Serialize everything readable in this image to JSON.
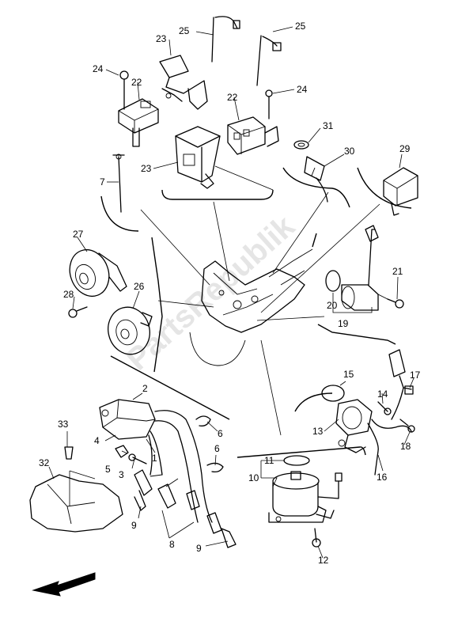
{
  "diagram": {
    "watermark": "PartsRepublik",
    "labels": [
      {
        "id": "1",
        "text": "1"
      },
      {
        "id": "2",
        "text": "2"
      },
      {
        "id": "3",
        "text": "3"
      },
      {
        "id": "4",
        "text": "4"
      },
      {
        "id": "5",
        "text": "5"
      },
      {
        "id": "6a",
        "text": "6"
      },
      {
        "id": "6b",
        "text": "6"
      },
      {
        "id": "7",
        "text": "7"
      },
      {
        "id": "8",
        "text": "8"
      },
      {
        "id": "9a",
        "text": "9"
      },
      {
        "id": "9b",
        "text": "9"
      },
      {
        "id": "10",
        "text": "10"
      },
      {
        "id": "11",
        "text": "11"
      },
      {
        "id": "12",
        "text": "12"
      },
      {
        "id": "13",
        "text": "13"
      },
      {
        "id": "14",
        "text": "14"
      },
      {
        "id": "15",
        "text": "15"
      },
      {
        "id": "16",
        "text": "16"
      },
      {
        "id": "17",
        "text": "17"
      },
      {
        "id": "18",
        "text": "18"
      },
      {
        "id": "19",
        "text": "19"
      },
      {
        "id": "20",
        "text": "20"
      },
      {
        "id": "21",
        "text": "21"
      },
      {
        "id": "22a",
        "text": "22"
      },
      {
        "id": "22b",
        "text": "22"
      },
      {
        "id": "23a",
        "text": "23"
      },
      {
        "id": "23b",
        "text": "23"
      },
      {
        "id": "24a",
        "text": "24"
      },
      {
        "id": "24b",
        "text": "24"
      },
      {
        "id": "25a",
        "text": "25"
      },
      {
        "id": "25b",
        "text": "25"
      },
      {
        "id": "26",
        "text": "26"
      },
      {
        "id": "27",
        "text": "27"
      },
      {
        "id": "28",
        "text": "28"
      },
      {
        "id": "29",
        "text": "29"
      },
      {
        "id": "30",
        "text": "30"
      },
      {
        "id": "31",
        "text": "31"
      },
      {
        "id": "32",
        "text": "32"
      },
      {
        "id": "33",
        "text": "33"
      }
    ]
  }
}
